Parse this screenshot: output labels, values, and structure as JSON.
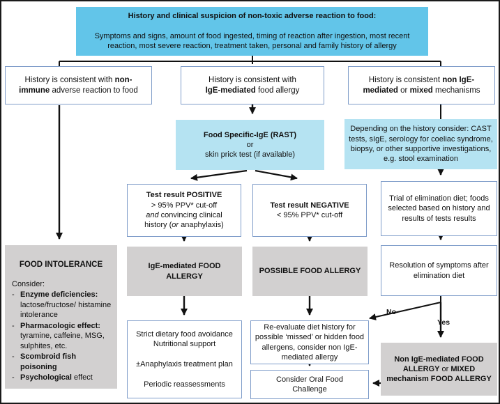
{
  "colors": {
    "header_blue": "#62C5E9",
    "test_blue": "#B5E3F2",
    "outcome_grey": "#D2D0D0",
    "box_border_blue": "#7E9CC9",
    "arrow_black": "#111111",
    "frame_black": "#1a1a1a"
  },
  "flowchart": {
    "start": {
      "rich": [
        {
          "t": "History and clinical suspicion of non-toxic adverse reaction to food:",
          "b": 1
        },
        {
          "t": "\n\nSymptoms and signs, amount of food ingested, timing of reaction after ingestion, most recent reaction, most severe reaction, treatment taken, personal and family history of allergy"
        }
      ]
    },
    "non_immune": {
      "rich": [
        {
          "t": "History is consistent with "
        },
        {
          "t": "non-immune",
          "b": 1
        },
        {
          "t": " adverse reaction to food"
        }
      ]
    },
    "ige_history": {
      "rich": [
        {
          "t": "History is consistent with\n"
        },
        {
          "t": "IgE-mediated",
          "b": 1
        },
        {
          "t": " food allergy"
        }
      ]
    },
    "non_ige_history": {
      "rich": [
        {
          "t": "History is consistent "
        },
        {
          "t": "non IgE-mediated",
          "b": 1
        },
        {
          "t": " or "
        },
        {
          "t": "mixed",
          "b": 1
        },
        {
          "t": " mechanisms"
        }
      ]
    },
    "rast": {
      "rich": [
        {
          "t": "Food Specific-IgE (RAST)",
          "b": 1
        },
        {
          "t": "\nor\nskin prick test (if available)"
        }
      ]
    },
    "depending": {
      "rich": [
        {
          "t": "Depending on the history consider: CAST tests, sIgE, serology for coeliac syndrome, biopsy, or other supportive investigations, e.g. stool examination"
        }
      ]
    },
    "positive": {
      "rich": [
        {
          "t": "Test result POSITIVE",
          "b": 1
        },
        {
          "t": "\n> 95% PPV* cut-off\n"
        },
        {
          "t": "and",
          "i": 1
        },
        {
          "t": " convincing clinical\nhistory ("
        },
        {
          "t": "or",
          "i": 1
        },
        {
          "t": " anaphylaxis)"
        }
      ]
    },
    "negative": {
      "rich": [
        {
          "t": "Test result NEGATIVE",
          "b": 1
        },
        {
          "t": "\n< 95% PPV* cut-off"
        }
      ]
    },
    "trial": {
      "rich": [
        {
          "t": "Trial of elimination diet; foods selected based on history and results of tests results"
        }
      ]
    },
    "intolerance": {
      "title": "FOOD INTOLERANCE",
      "consider": "Consider:",
      "items": [
        [
          {
            "t": "Enzyme deficiencies:",
            "b": 1
          },
          {
            "t": " lactose/fructose/ histamine intolerance"
          }
        ],
        [
          {
            "t": "Pharmacologic effect:",
            "b": 1
          },
          {
            "t": " tyramine, caffeine, MSG, sulphites, etc."
          }
        ],
        [
          {
            "t": "Scombroid fish poisoning",
            "b": 1
          }
        ],
        [
          {
            "t": "Psychological",
            "b": 1
          },
          {
            "t": " effect"
          }
        ]
      ]
    },
    "ige_allergy": {
      "rich": [
        {
          "t": "IgE-mediated FOOD ALLERGY",
          "b": 1
        }
      ]
    },
    "possible_allergy": {
      "rich": [
        {
          "t": "POSSIBLE FOOD ALLERGY",
          "b": 1
        }
      ]
    },
    "resolution": {
      "rich": [
        {
          "t": "Resolution of symptoms after elimination diet"
        }
      ]
    },
    "strict": {
      "rich": [
        {
          "t": "Strict dietary food avoidance\nNutritional support\n\n±Anaphylaxis treatment plan\n\nPeriodic reassessments"
        }
      ]
    },
    "reevaluate": {
      "rich": [
        {
          "t": "Re-evaluate diet history for possible ‘missed’ or hidden food allergens, consider non IgE-mediated allergy"
        }
      ]
    },
    "challenge": {
      "rich": [
        {
          "t": "Consider Oral Food Challenge"
        }
      ]
    },
    "non_ige_allergy": {
      "rich": [
        {
          "t": "Non IgE-mediated FOOD ALLERGY",
          "b": 1
        },
        {
          "t": " or "
        },
        {
          "t": "MIXED mechanism FOOD ALLERGY",
          "b": 1
        }
      ]
    },
    "branch_no": "No",
    "branch_yes": "Yes"
  }
}
